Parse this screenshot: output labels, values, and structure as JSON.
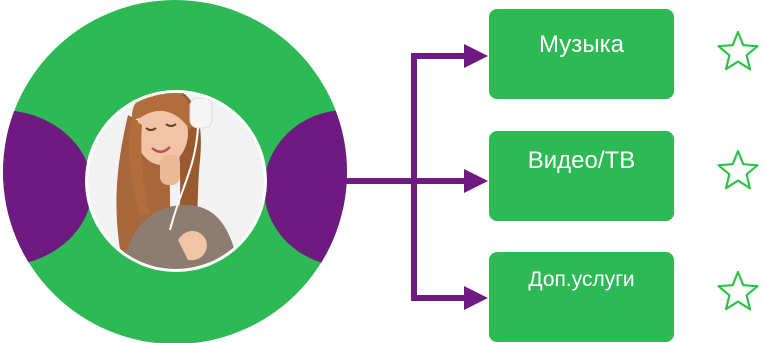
{
  "colors": {
    "green": "#2dba55",
    "purple": "#6e1a80",
    "star_outline": "#2ec24a",
    "box_text": "#ffffff",
    "photo_background": "#f2f2f2",
    "hair": "#a7673a",
    "skin": "#f1c4a5",
    "top": "#8d7c70",
    "headphones": "#f5f5f5"
  },
  "illustration": {
    "left_circle": "green circle with purple lens shapes on the left and right edges",
    "photo": "young woman with long wavy hair wearing white headphones, smiling with eyes closed"
  },
  "connector": "purple line branching into three arrows",
  "boxes": [
    {
      "label": "Музыка",
      "star_icon": "star-outline-icon"
    },
    {
      "label": "Видео/ТВ",
      "star_icon": "star-outline-icon"
    },
    {
      "label": "Доп.услуги",
      "star_icon": "star-outline-icon"
    }
  ]
}
